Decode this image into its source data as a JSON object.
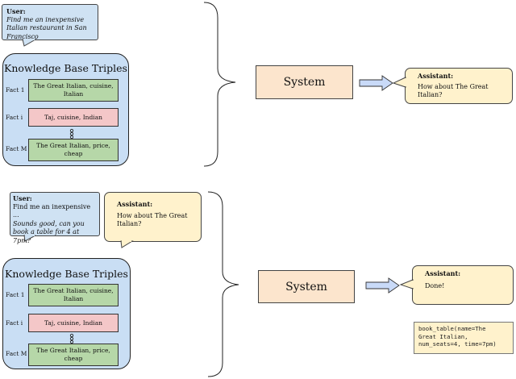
{
  "colors": {
    "user_bubble": "#cfe2f3",
    "assistant_bubble": "#fff2cc",
    "kb_panel": "#c9def4",
    "fact_match": "#b6d7a8",
    "fact_other": "#f4c7c8",
    "system_box": "#fce5cd",
    "arrow_fill": "#c9daf8"
  },
  "top": {
    "user": {
      "speaker": "User:",
      "text": "Find me an inexpensive Italian restaurant in San Francisco"
    },
    "kb": {
      "title": "Knowledge Base Triples",
      "facts": [
        {
          "label": "Fact 1",
          "text": "The Great Italian, cuisine, Italian"
        },
        {
          "label": "Fact i",
          "text": "Taj, cuisine, Indian"
        },
        {
          "label": "Fact M",
          "text": "The Great Italian, price, cheap"
        }
      ]
    },
    "system": "System",
    "assistant": {
      "speaker": "Assistant:",
      "text": "How about The Great Italian?"
    }
  },
  "bottom": {
    "user": {
      "speaker": "User:",
      "line1": "Find me an inexpensive ...",
      "line2": "Sounds good, can you book a table for 4 at 7pm?"
    },
    "prev_assistant": {
      "speaker": "Assistant:",
      "text": "How about The Great Italian?"
    },
    "kb": {
      "title": "Knowledge Base Triples",
      "facts": [
        {
          "label": "Fact 1",
          "text": "The Great Italian, cuisine, Italian"
        },
        {
          "label": "Fact i",
          "text": "Taj, cuisine, Indian"
        },
        {
          "label": "Fact M",
          "text": "The Great Italian, price, cheap"
        }
      ]
    },
    "system": "System",
    "assistant": {
      "speaker": "Assistant:",
      "text": "Done!"
    },
    "api_call": "book_table(name=The\nGreat Italian,\nnum_seats=4, time=7pm)"
  }
}
